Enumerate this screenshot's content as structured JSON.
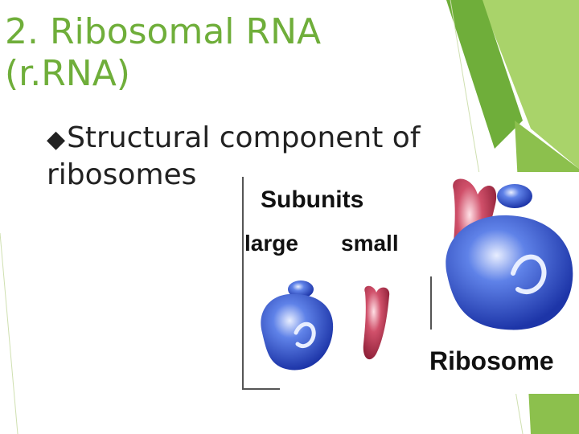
{
  "slide": {
    "title": "2. Ribosomal RNA (r.RNA)",
    "bullet": {
      "marker": "◆",
      "text": "Structural component of ribosomes"
    }
  },
  "figure": {
    "heading": "Subunits",
    "label_large": "large",
    "label_small": "small",
    "label_ribosome": "Ribosome"
  },
  "colors": {
    "accent_green": "#6fae3a",
    "subunit_blue": "#2f55c8",
    "subunit_red": "#b8304a"
  }
}
